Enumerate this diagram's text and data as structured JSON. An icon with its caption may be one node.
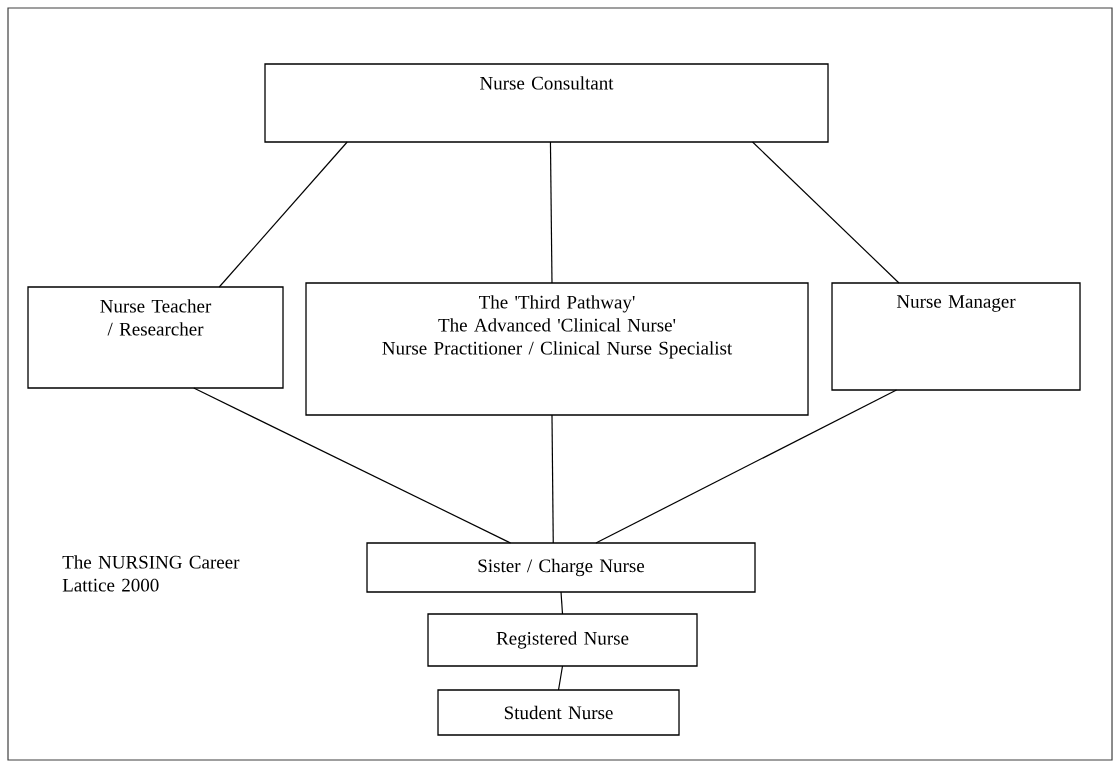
{
  "diagram": {
    "nodes": [
      {
        "text": [
          "Nurse Consultant"
        ]
      },
      {
        "text": [
          "Nurse Teacher / Researcher"
        ]
      },
      {
        "text": [
          "The 'Third Pathway'",
          "The Advanced 'Clinical Nurse'",
          "Nurse Practitioner / Clinical Nurse Specialist"
        ]
      },
      {
        "text": [
          "Nurse Manager"
        ]
      },
      {
        "text": [
          "Sister / Charge Nurse"
        ]
      },
      {
        "text": [
          "Registered Nurse"
        ]
      },
      {
        "text": [
          "Student Nurse"
        ]
      }
    ],
    "edges": [
      {
        "from": 0,
        "to": 1,
        "arrow": "none"
      },
      {
        "from": 0,
        "to": 2,
        "arrow": "none"
      },
      {
        "from": 0,
        "to": 3,
        "arrow": "none"
      },
      {
        "from": 1,
        "to": 4,
        "arrow": "none"
      },
      {
        "from": 2,
        "to": 4,
        "arrow": "none"
      },
      {
        "from": 3,
        "to": 4,
        "arrow": "none"
      },
      {
        "from": 4,
        "to": 5,
        "arrow": "none"
      },
      {
        "from": 5,
        "to": 6,
        "arrow": "none"
      }
    ],
    "labels": [
      "The NURSING Career Lattice 2000"
    ]
  }
}
